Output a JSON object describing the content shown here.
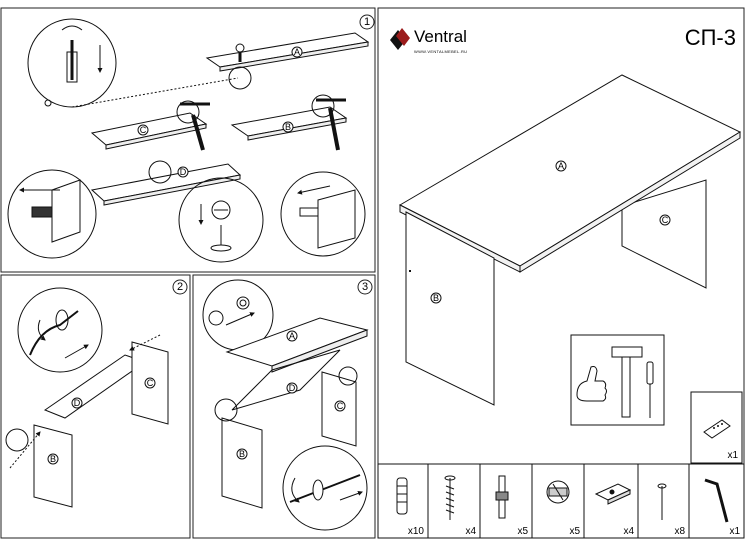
{
  "header": {
    "brand_name": "Ventral",
    "brand_url": "WWW.VENTALMEBEL.RU",
    "model": "СП-3"
  },
  "steps": [
    "1",
    "2",
    "3"
  ],
  "parts": {
    "A": "A",
    "B": "B",
    "C": "C",
    "D": "D"
  },
  "fasteners": [
    {
      "icon": "dowel-icon",
      "qty": "x10"
    },
    {
      "icon": "screw-icon",
      "qty": "x4"
    },
    {
      "icon": "cam-bolt-icon",
      "qty": "x5"
    },
    {
      "icon": "cam-lock-icon",
      "qty": "x5"
    },
    {
      "icon": "foot-pad-icon",
      "qty": "x4"
    },
    {
      "icon": "nail-icon",
      "qty": "x8"
    },
    {
      "icon": "hex-key-icon",
      "qty": "x1"
    }
  ],
  "extra_part": {
    "icon": "cap-strip-icon",
    "qty": "x1"
  }
}
